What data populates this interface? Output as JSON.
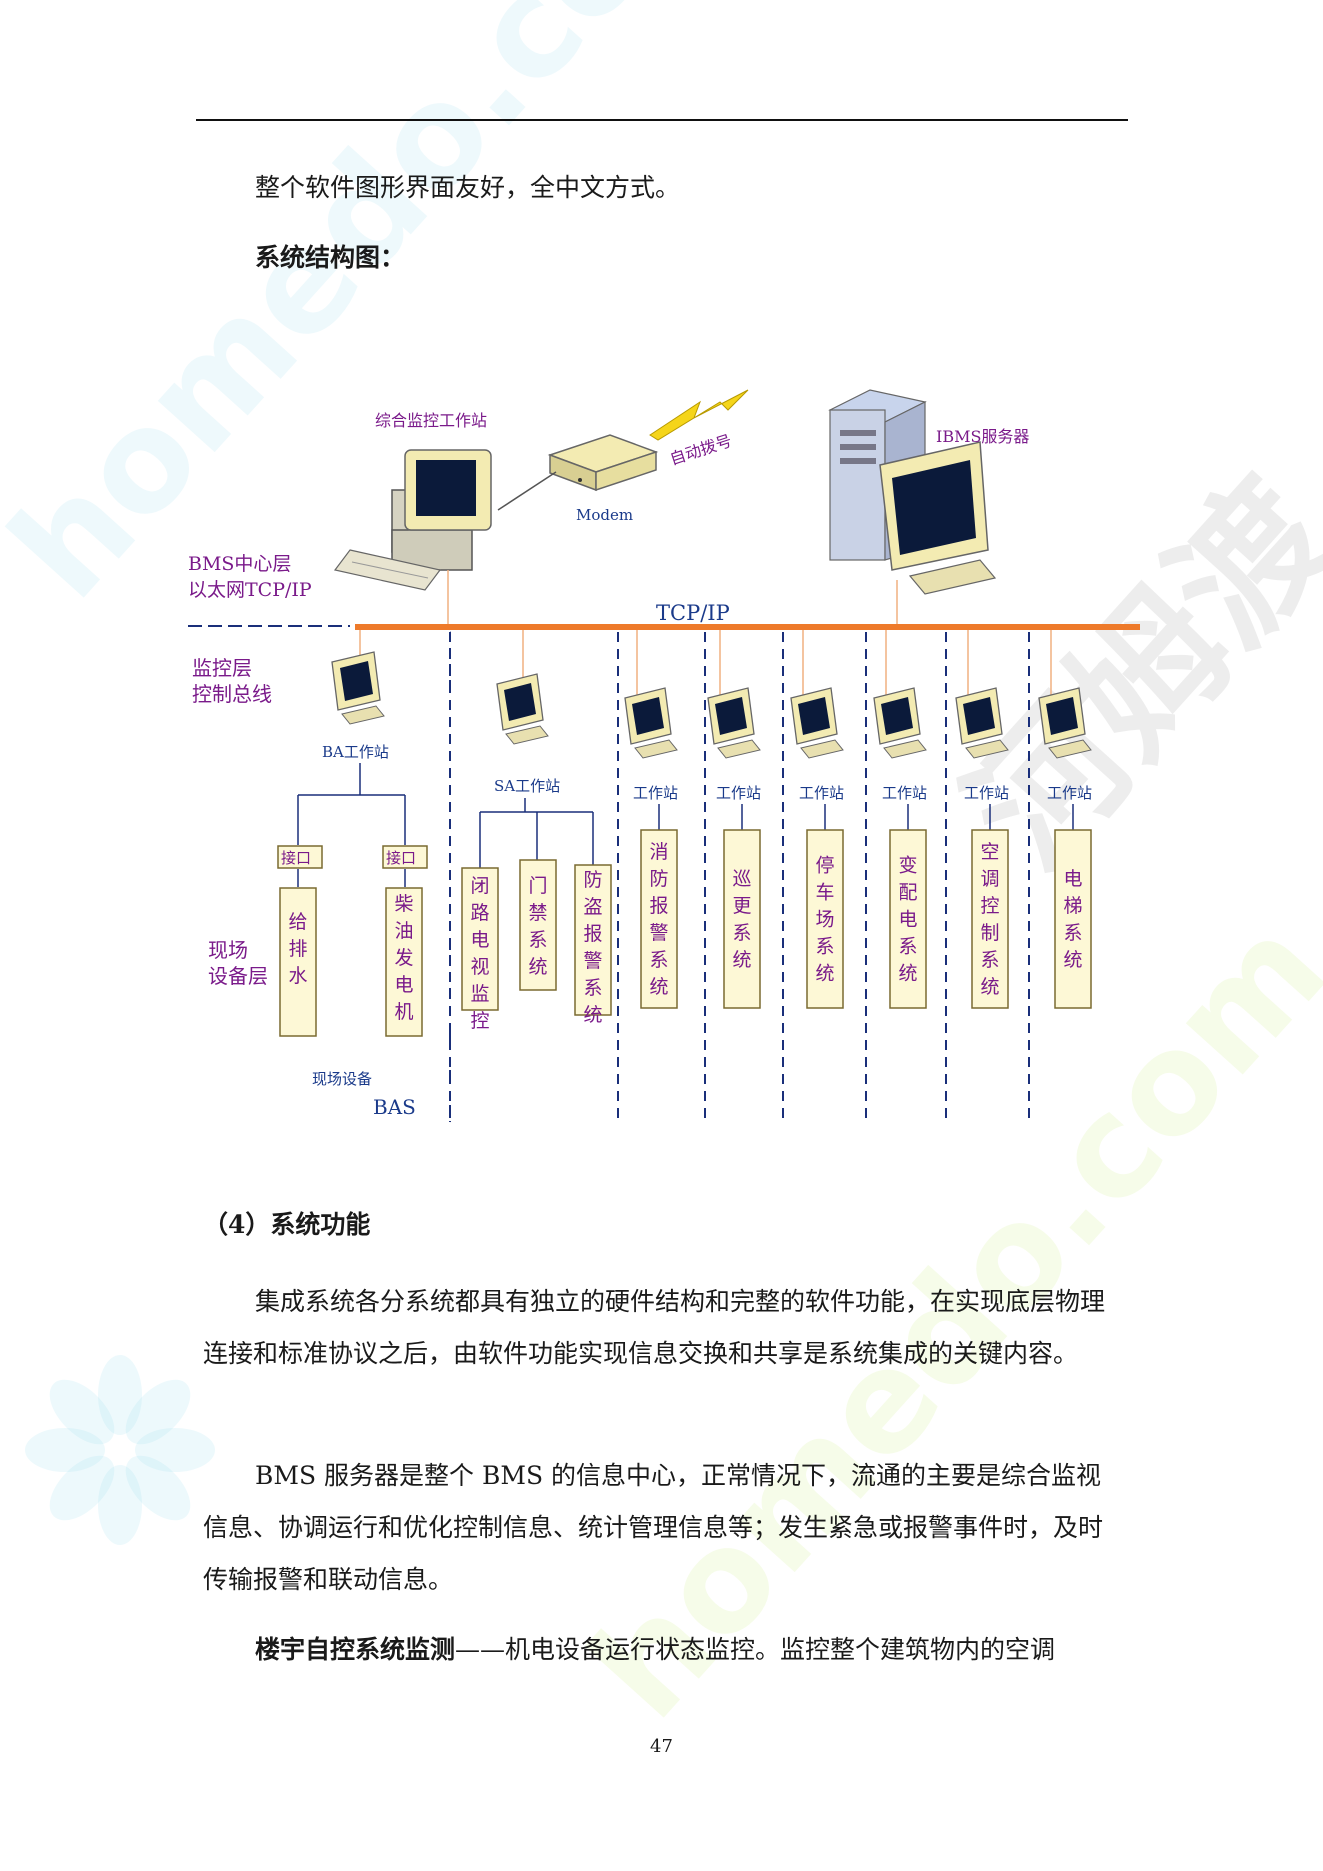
{
  "text": {
    "para1": "整个软件图形界面友好，全中文方式。",
    "heading_structure": "系统结构图：",
    "heading_functions": "（4）系统功能",
    "para2": "集成系统各分系统都具有独立的硬件结构和完整的软件功能，在实现底层物理连接和标准协议之后，由软件功能实现信息交换和共享是系统集成的关键内容。",
    "para3": "BMS 服务器是整个 BMS 的信息中心，正常情况下，流通的主要是综合监视信息、协调运行和优化控制信息、统计管理信息等；发生紧急或报警事件时，及时传输报警和联动信息。",
    "para4_bold": "楼宇自控系统监测",
    "para4_rest": "——机电设备运行状态监控。监控整个建筑物内的空调"
  },
  "page_number": "47",
  "diagram": {
    "workstation_label": "综合监控工作站",
    "modem_label": "Modem",
    "autodial_label": "自动拨号",
    "server_label": "IBMS服务器",
    "bms_layer_line1": "BMS中心层",
    "bms_layer_line2": "以太网TCP/IP",
    "tcpip_label": "TCP/IP",
    "monitor_layer_line1": "监控层",
    "monitor_layer_line2": "控制总线",
    "field_layer_line1": "现场",
    "field_layer_line2": "设备层",
    "ba_station": "BA工作站",
    "sa_station": "SA工作站",
    "interface": "接口",
    "ba_systems": [
      "给排水",
      "柴油发电机"
    ],
    "sa_systems": [
      "闭路电视监控",
      "门禁系统",
      "防盗报警系统"
    ],
    "workstation_generic": "工作站",
    "other_systems": [
      "消防报警系统",
      "巡更系统",
      "停车场系统",
      "变配电系统",
      "空调控制系统",
      "电梯系统"
    ],
    "field_device_label": "现场设备",
    "bas_label": "BAS"
  },
  "watermark": {
    "site": "homedo.com",
    "brand": "河姆渡"
  },
  "colors": {
    "bus": "#ee7a2a",
    "box_fill": "#fdf8d6",
    "box_stroke": "#7a6a30",
    "label_purple": "#7a1a8a",
    "label_blue": "#1a3a8a",
    "line_blue": "#1a2f7a"
  }
}
